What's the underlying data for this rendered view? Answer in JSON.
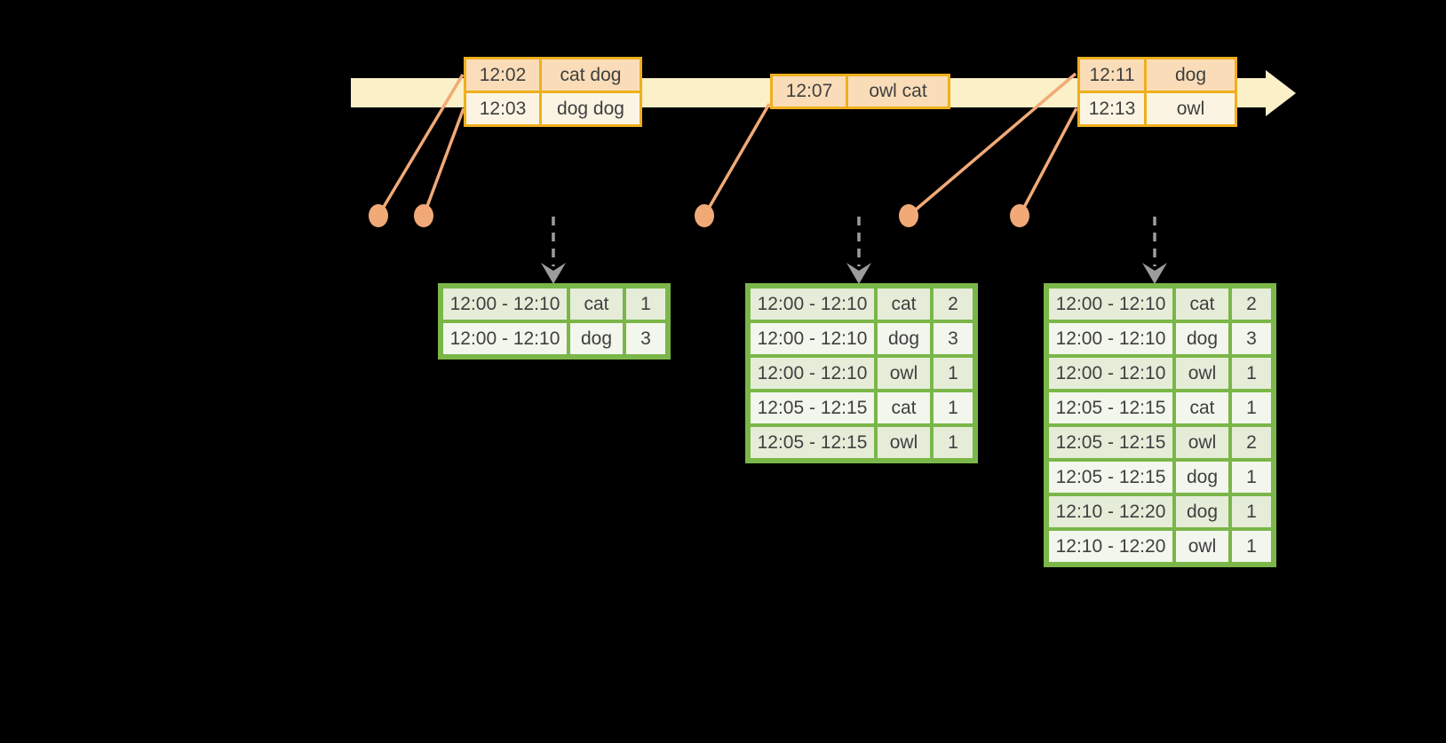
{
  "timeline": {
    "event_boxes": [
      {
        "rows": [
          {
            "time": "12:02",
            "words": "cat dog"
          },
          {
            "time": "12:03",
            "words": "dog dog"
          }
        ]
      },
      {
        "rows": [
          {
            "time": "12:07",
            "words": "owl cat"
          }
        ]
      },
      {
        "rows": [
          {
            "time": "12:11",
            "words": "dog"
          },
          {
            "time": "12:13",
            "words": "owl"
          }
        ]
      }
    ]
  },
  "result_tables": [
    {
      "rows": [
        {
          "window": "12:00 - 12:10",
          "word": "cat",
          "count": 1
        },
        {
          "window": "12:00 - 12:10",
          "word": "dog",
          "count": 3
        }
      ]
    },
    {
      "rows": [
        {
          "window": "12:00 - 12:10",
          "word": "cat",
          "count": 2
        },
        {
          "window": "12:00 - 12:10",
          "word": "dog",
          "count": 3
        },
        {
          "window": "12:00 - 12:10",
          "word": "owl",
          "count": 1
        },
        {
          "window": "12:05 - 12:15",
          "word": "cat",
          "count": 1
        },
        {
          "window": "12:05 - 12:15",
          "word": "owl",
          "count": 1
        }
      ]
    },
    {
      "rows": [
        {
          "window": "12:00 - 12:10",
          "word": "cat",
          "count": 2
        },
        {
          "window": "12:00 - 12:10",
          "word": "dog",
          "count": 3
        },
        {
          "window": "12:00 - 12:10",
          "word": "owl",
          "count": 1
        },
        {
          "window": "12:05 - 12:15",
          "word": "cat",
          "count": 1
        },
        {
          "window": "12:05 - 12:15",
          "word": "owl",
          "count": 2
        },
        {
          "window": "12:05 - 12:15",
          "word": "dog",
          "count": 1
        },
        {
          "window": "12:10 - 12:20",
          "word": "dog",
          "count": 1
        },
        {
          "window": "12:10 - 12:20",
          "word": "owl",
          "count": 1
        }
      ]
    }
  ],
  "colors": {
    "background": "#000000",
    "timeline-fill": "#FBF0C7",
    "event-border": "#EFAF1D",
    "event-row-peach": "#FADDB8",
    "event-row-cream": "#FCF4E3",
    "event-row-mid": "#FBE2C0",
    "marker-salmon": "#F1AA77",
    "arrow-gray": "#9C9C9C",
    "table-border-green": "#7AB648",
    "table-row-dark": "#E5EDD9",
    "table-row-light": "#F2F6EC",
    "text-dark": "#3F3F3F"
  }
}
